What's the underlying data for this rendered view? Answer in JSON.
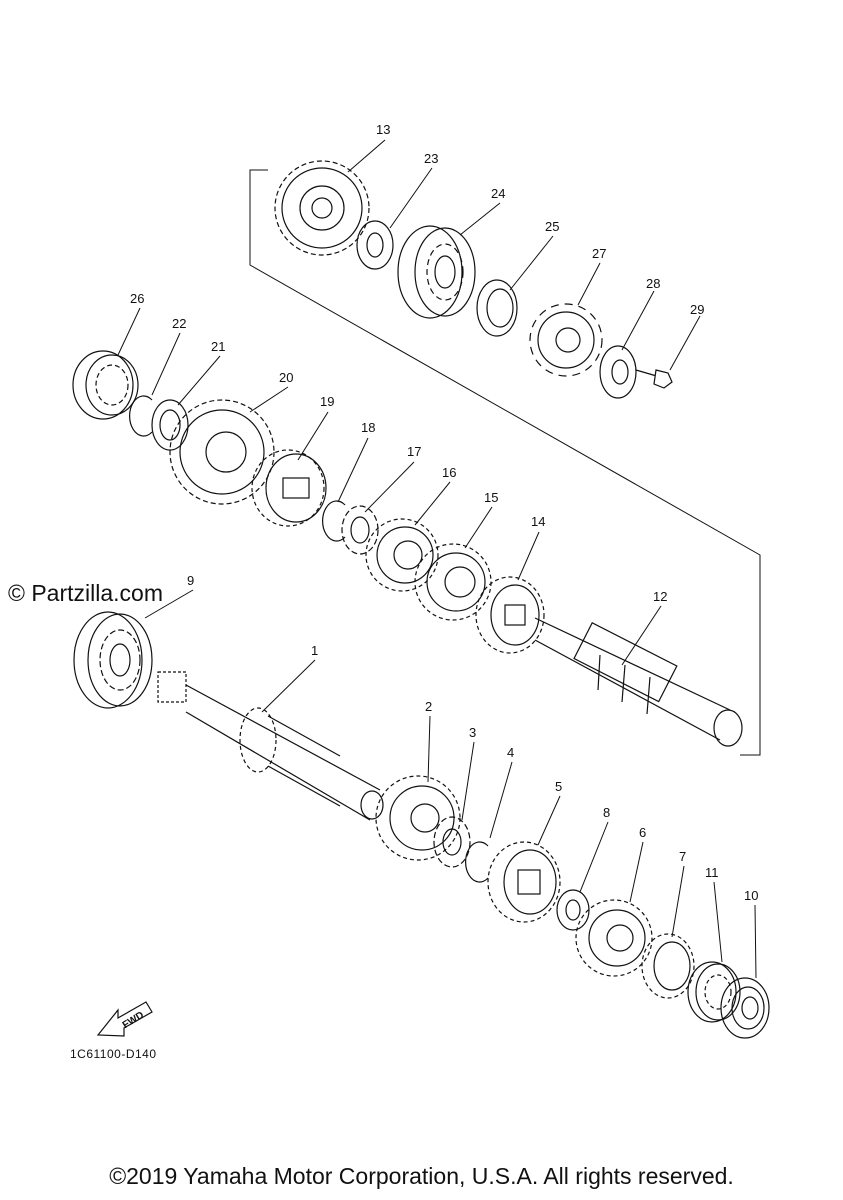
{
  "watermark": "© Partzilla.com",
  "diagram_code": "1C61100-D140",
  "fwd_label": "FWD",
  "copyright": "©2019 Yamaha Motor Corporation, U.S.A. All rights reserved.",
  "callouts": [
    "1",
    "2",
    "3",
    "4",
    "5",
    "6",
    "7",
    "8",
    "9",
    "10",
    "11",
    "12",
    "13",
    "14",
    "15",
    "16",
    "17",
    "18",
    "19",
    "20",
    "21",
    "22",
    "23",
    "24",
    "25",
    "26",
    "27",
    "28",
    "29"
  ]
}
